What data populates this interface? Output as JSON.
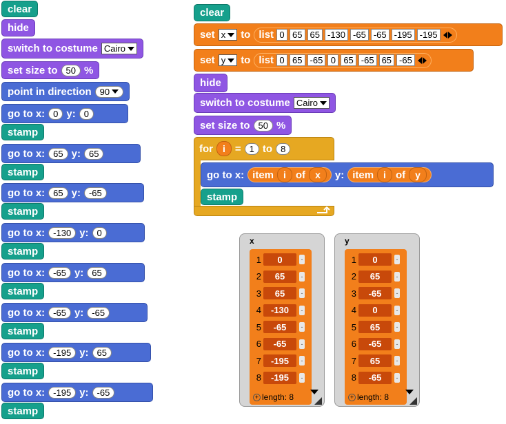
{
  "script_left": {
    "clear": "clear",
    "hide": "hide",
    "switch_costume": {
      "label": "switch to costume",
      "value": "Cairo"
    },
    "set_size": {
      "label": "set size to",
      "value": "50",
      "unit": "%"
    },
    "point": {
      "label": "point in direction",
      "value": "90"
    },
    "goto_label": "go to x:",
    "y_label": "y:",
    "stamp": "stamp",
    "gotos": [
      {
        "x": "0",
        "y": "0"
      },
      {
        "x": "65",
        "y": "65"
      },
      {
        "x": "65",
        "y": "-65"
      },
      {
        "x": "-130",
        "y": "0"
      },
      {
        "x": "-65",
        "y": "65"
      },
      {
        "x": "-65",
        "y": "-65"
      },
      {
        "x": "-195",
        "y": "65"
      },
      {
        "x": "-195",
        "y": "-65"
      }
    ]
  },
  "script_right": {
    "clear": "clear",
    "set_label": "set",
    "to_label": "to",
    "list_label": "list",
    "set_x": {
      "var": "x",
      "values": [
        "0",
        "65",
        "65",
        "-130",
        "-65",
        "-65",
        "-195",
        "-195"
      ]
    },
    "set_y": {
      "var": "y",
      "values": [
        "0",
        "65",
        "-65",
        "0",
        "65",
        "-65",
        "65",
        "-65"
      ]
    },
    "hide": "hide",
    "switch_costume": {
      "label": "switch to costume",
      "value": "Cairo"
    },
    "set_size": {
      "label": "set size to",
      "value": "50",
      "unit": "%"
    },
    "for_loop": {
      "label": "for",
      "var": "i",
      "eq": "=",
      "from": "1",
      "to_label": "to",
      "to": "8"
    },
    "goto": {
      "label": "go to x:",
      "item_label": "item",
      "of_label": "of",
      "var_i": "i",
      "x_list": "x",
      "y_label": "y:",
      "y_list": "y"
    },
    "stamp": "stamp"
  },
  "watchers": {
    "x": {
      "title": "x",
      "items": [
        "0",
        "65",
        "65",
        "-130",
        "-65",
        "-65",
        "-195",
        "-195"
      ],
      "length_label": "length: 8"
    },
    "y": {
      "title": "y",
      "items": [
        "0",
        "65",
        "-65",
        "0",
        "65",
        "-65",
        "65",
        "-65"
      ],
      "length_label": "length: 8"
    }
  },
  "colors": {
    "control": "#e6a822",
    "pen": "#16a08c",
    "looks": "#8f56e3",
    "motion": "#4a6cd4",
    "variables": "#f27f1b"
  }
}
